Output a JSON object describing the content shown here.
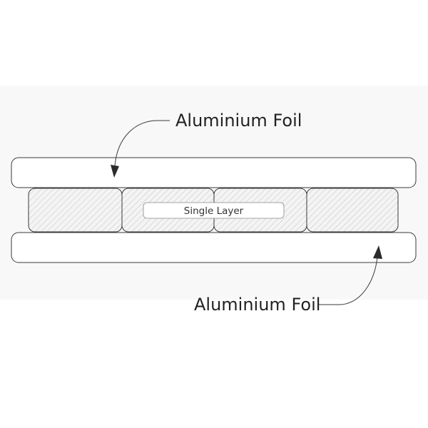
{
  "diagram": {
    "top_label": "Aluminium Foil",
    "bottom_label": "Aluminium Foil",
    "middle_label": "Single Layer",
    "colors": {
      "stroke": "#3a3a3a",
      "hatch": "#c9c9c9",
      "background": "#f8f8f8"
    }
  }
}
